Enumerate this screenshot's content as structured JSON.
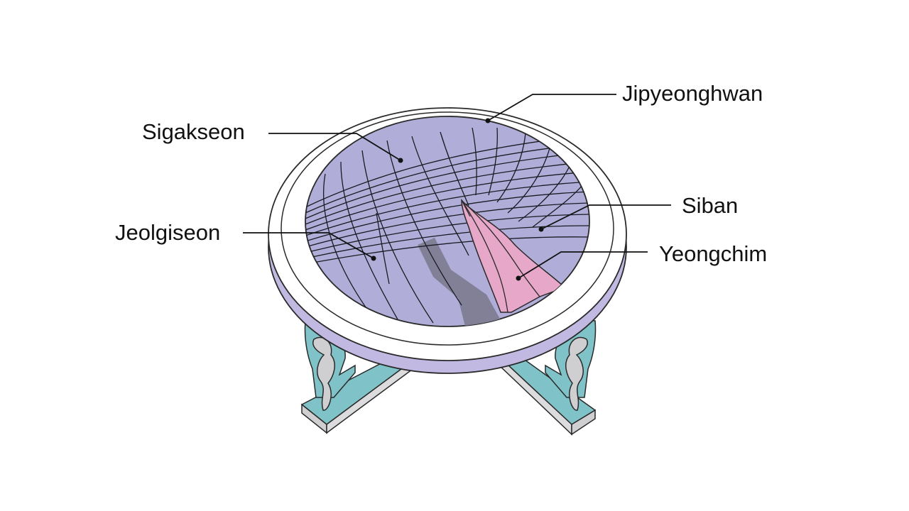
{
  "labels": {
    "jipyeonghwan": "Jipyeonghwan",
    "sigakseon": "Sigakseon",
    "siban": "Siban",
    "jeolgiseon": "Jeolgiseon",
    "yeongchim": "Yeongchim"
  },
  "colors": {
    "dial_face": "#b0aed8",
    "rim": "#ffffff",
    "rim_edge": "#c1b9e2",
    "base_teal": "#7fc3c9",
    "leg_gray": "#cfcfd2",
    "gnomon_pink": "#e7a7c9",
    "shadow": "#7f7d92",
    "line": "#1a1a22"
  }
}
